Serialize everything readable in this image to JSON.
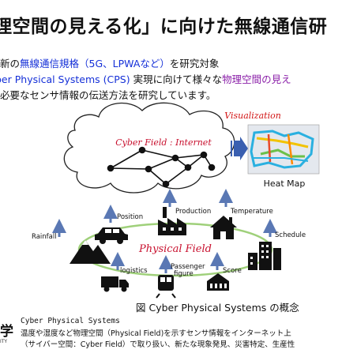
{
  "title": "理空間の見える化」に向けた無線通信研",
  "description": {
    "line1": {
      "prefix": "新の",
      "highlight": "無線通信規格（5G、LPWAなど）",
      "suffix": "を研究対象"
    },
    "line2": {
      "highlight1": "ber Physical Systems (CPS)",
      "middle": " 実現に向けて様々な",
      "highlight2": "物理空間の見え"
    },
    "line3": "必要なセンサ情報の伝送方法を研究しています。"
  },
  "diagram": {
    "visualization_label": "Visualization",
    "cyber_label": "Cyber Field : Internet",
    "heatmap_label": "Heat Map",
    "physical_label": "Physical Field",
    "nodes": [
      "Position",
      "Production",
      "Temperature",
      "Rainfall",
      "Schedule",
      "logistics",
      "Passenger figure",
      "Score"
    ],
    "colors": {
      "arrow": "#5a78b4",
      "ring": "#9fd07a",
      "accent_red": "#c8102e",
      "visual_red": "#d21414"
    }
  },
  "caption": {
    "prefix": "図 ",
    "main": "Cyber Physical Systems",
    "suffix": " の概念"
  },
  "footnote": {
    "heading": "Cyber Physical Systems",
    "line1": "温度や湿度など物理空間（Physical Field)を示すセンサ情報をインターネット上",
    "line2": "（サイバー空間：Cyber Field）で取り扱い、新たな現象発見、災害特定、生産性"
  },
  "logo": {
    "char": "学",
    "sub": "ITY"
  }
}
